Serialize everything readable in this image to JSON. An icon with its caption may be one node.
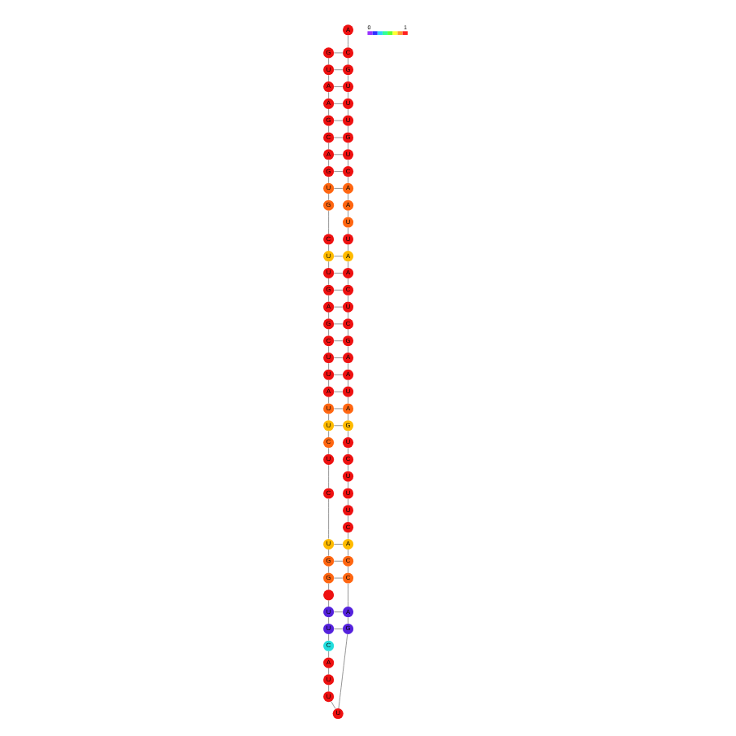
{
  "diagram": {
    "nodes": [
      {
        "text": [
          "G"
        ]
      },
      {
        "text": [
          "U"
        ]
      },
      {
        "text": [
          "A"
        ]
      },
      {
        "text": [
          "A"
        ]
      },
      {
        "text": [
          "G"
        ]
      },
      {
        "text": [
          "C"
        ]
      },
      {
        "text": [
          "A"
        ]
      },
      {
        "text": [
          "G"
        ]
      },
      {
        "text": [
          "U"
        ]
      },
      {
        "text": [
          "G"
        ]
      },
      {
        "text": [
          "C"
        ]
      },
      {
        "text": [
          "U"
        ]
      },
      {
        "text": [
          "U"
        ]
      },
      {
        "text": [
          "G"
        ]
      },
      {
        "text": [
          "A"
        ]
      },
      {
        "text": [
          "G"
        ]
      },
      {
        "text": [
          "C"
        ]
      },
      {
        "text": [
          "U"
        ]
      },
      {
        "text": [
          "U"
        ]
      },
      {
        "text": [
          "A"
        ]
      },
      {
        "text": [
          "U"
        ]
      },
      {
        "text": [
          "U"
        ]
      },
      {
        "text": [
          "C"
        ]
      },
      {
        "text": [
          "U"
        ]
      },
      {
        "text": [
          "C"
        ]
      },
      {
        "text": [
          "U"
        ]
      },
      {
        "text": [
          "G"
        ]
      },
      {
        "text": [
          "G"
        ]
      },
      {
        "text": [],
        "shape": "circle"
      },
      {
        "text": [
          "U"
        ]
      },
      {
        "text": [
          "U"
        ]
      },
      {
        "text": [
          "C"
        ]
      },
      {
        "text": [
          "A"
        ]
      },
      {
        "text": [
          "U"
        ]
      },
      {
        "text": [
          "U"
        ]
      },
      {
        "text": [
          "U"
        ]
      },
      {
        "text": [
          "G"
        ]
      },
      {
        "text": [
          "A"
        ]
      },
      {
        "text": [
          "C"
        ]
      },
      {
        "text": [
          "C"
        ]
      },
      {
        "text": [
          "A"
        ]
      },
      {
        "text": [
          "C"
        ]
      },
      {
        "text": [
          "U"
        ]
      },
      {
        "text": [
          "U"
        ]
      },
      {
        "text": [
          "U"
        ]
      },
      {
        "text": [
          "C"
        ]
      },
      {
        "text": [
          "U"
        ]
      },
      {
        "text": [
          "G"
        ]
      },
      {
        "text": [
          "A"
        ]
      },
      {
        "text": [
          "U"
        ]
      },
      {
        "text": [
          "A"
        ]
      },
      {
        "text": [
          "A"
        ]
      },
      {
        "text": [
          "G"
        ]
      },
      {
        "text": [
          "C"
        ]
      },
      {
        "text": [
          "U"
        ]
      },
      {
        "text": [
          "C"
        ]
      },
      {
        "text": [
          "A"
        ]
      },
      {
        "text": [
          "A"
        ]
      },
      {
        "text": [
          "U"
        ]
      },
      {
        "text": [
          "U"
        ]
      },
      {
        "text": [
          "A"
        ]
      },
      {
        "text": [
          "A"
        ]
      },
      {
        "text": [
          "C"
        ]
      },
      {
        "text": [
          "U"
        ]
      },
      {
        "text": [
          "G"
        ]
      },
      {
        "text": [
          "U"
        ]
      },
      {
        "text": [
          "U"
        ]
      },
      {
        "text": [
          "U"
        ]
      },
      {
        "text": [
          "G"
        ]
      },
      {
        "text": [
          "C"
        ]
      },
      {
        "text": [
          "A"
        ]
      }
    ],
    "edges": [
      {
        "from": 0,
        "to": 1,
        "arrow": "none"
      },
      {
        "from": 1,
        "to": 2,
        "arrow": "none"
      },
      {
        "from": 2,
        "to": 3,
        "arrow": "none"
      },
      {
        "from": 3,
        "to": 4,
        "arrow": "none"
      },
      {
        "from": 4,
        "to": 5,
        "arrow": "none"
      },
      {
        "from": 5,
        "to": 6,
        "arrow": "none"
      },
      {
        "from": 6,
        "to": 7,
        "arrow": "none"
      },
      {
        "from": 7,
        "to": 8,
        "arrow": "none"
      },
      {
        "from": 8,
        "to": 9,
        "arrow": "none"
      },
      {
        "from": 9,
        "to": 10,
        "arrow": "none"
      },
      {
        "from": 10,
        "to": 11,
        "arrow": "none"
      },
      {
        "from": 11,
        "to": 12,
        "arrow": "none"
      },
      {
        "from": 12,
        "to": 13,
        "arrow": "none"
      },
      {
        "from": 13,
        "to": 14,
        "arrow": "none"
      },
      {
        "from": 14,
        "to": 15,
        "arrow": "none"
      },
      {
        "from": 15,
        "to": 16,
        "arrow": "none"
      },
      {
        "from": 16,
        "to": 17,
        "arrow": "none"
      },
      {
        "from": 17,
        "to": 18,
        "arrow": "none"
      },
      {
        "from": 18,
        "to": 19,
        "arrow": "none"
      },
      {
        "from": 19,
        "to": 20,
        "arrow": "none"
      },
      {
        "from": 20,
        "to": 21,
        "arrow": "none"
      },
      {
        "from": 21,
        "to": 22,
        "arrow": "none"
      },
      {
        "from": 22,
        "to": 23,
        "arrow": "none"
      },
      {
        "from": 23,
        "to": 24,
        "arrow": "none"
      },
      {
        "from": 24,
        "to": 25,
        "arrow": "none"
      },
      {
        "from": 25,
        "to": 26,
        "arrow": "none"
      },
      {
        "from": 26,
        "to": 27,
        "arrow": "none"
      },
      {
        "from": 27,
        "to": 28,
        "arrow": "none"
      },
      {
        "from": 28,
        "to": 29,
        "arrow": "none"
      },
      {
        "from": 29,
        "to": 30,
        "arrow": "none"
      },
      {
        "from": 30,
        "to": 31,
        "arrow": "none"
      },
      {
        "from": 31,
        "to": 32,
        "arrow": "none"
      },
      {
        "from": 32,
        "to": 33,
        "arrow": "none"
      },
      {
        "from": 33,
        "to": 34,
        "arrow": "none"
      },
      {
        "from": 34,
        "to": 35,
        "arrow": "none"
      },
      {
        "from": 35,
        "to": 36,
        "arrow": "none"
      },
      {
        "from": 36,
        "to": 37,
        "arrow": "none"
      },
      {
        "from": 37,
        "to": 38,
        "arrow": "none"
      },
      {
        "from": 38,
        "to": 39,
        "arrow": "none"
      },
      {
        "from": 39,
        "to": 40,
        "arrow": "none"
      },
      {
        "from": 40,
        "to": 41,
        "arrow": "none"
      },
      {
        "from": 41,
        "to": 42,
        "arrow": "none"
      },
      {
        "from": 42,
        "to": 43,
        "arrow": "none"
      },
      {
        "from": 43,
        "to": 44,
        "arrow": "none"
      },
      {
        "from": 44,
        "to": 45,
        "arrow": "none"
      },
      {
        "from": 45,
        "to": 46,
        "arrow": "none"
      },
      {
        "from": 46,
        "to": 47,
        "arrow": "none"
      },
      {
        "from": 47,
        "to": 48,
        "arrow": "none"
      },
      {
        "from": 48,
        "to": 49,
        "arrow": "none"
      },
      {
        "from": 49,
        "to": 50,
        "arrow": "none"
      },
      {
        "from": 50,
        "to": 51,
        "arrow": "none"
      },
      {
        "from": 51,
        "to": 52,
        "arrow": "none"
      },
      {
        "from": 52,
        "to": 53,
        "arrow": "none"
      },
      {
        "from": 53,
        "to": 54,
        "arrow": "none"
      },
      {
        "from": 54,
        "to": 55,
        "arrow": "none"
      },
      {
        "from": 55,
        "to": 56,
        "arrow": "none"
      },
      {
        "from": 56,
        "to": 57,
        "arrow": "none"
      },
      {
        "from": 57,
        "to": 58,
        "arrow": "none"
      },
      {
        "from": 58,
        "to": 59,
        "arrow": "none"
      },
      {
        "from": 59,
        "to": 60,
        "arrow": "none"
      },
      {
        "from": 60,
        "to": 61,
        "arrow": "none"
      },
      {
        "from": 61,
        "to": 62,
        "arrow": "none"
      },
      {
        "from": 62,
        "to": 63,
        "arrow": "none"
      },
      {
        "from": 63,
        "to": 64,
        "arrow": "none"
      },
      {
        "from": 64,
        "to": 65,
        "arrow": "none"
      },
      {
        "from": 65,
        "to": 66,
        "arrow": "none"
      },
      {
        "from": 66,
        "to": 67,
        "arrow": "none"
      },
      {
        "from": 67,
        "to": 68,
        "arrow": "none"
      },
      {
        "from": 68,
        "to": 69,
        "arrow": "none"
      },
      {
        "from": 69,
        "to": 70,
        "arrow": "none"
      },
      {
        "from": 0,
        "to": 69,
        "arrow": "none"
      },
      {
        "from": 1,
        "to": 68,
        "arrow": "none"
      },
      {
        "from": 2,
        "to": 67,
        "arrow": "none"
      },
      {
        "from": 3,
        "to": 66,
        "arrow": "none"
      },
      {
        "from": 4,
        "to": 65,
        "arrow": "none"
      },
      {
        "from": 5,
        "to": 64,
        "arrow": "none"
      },
      {
        "from": 6,
        "to": 63,
        "arrow": "none"
      },
      {
        "from": 7,
        "to": 62,
        "arrow": "none"
      },
      {
        "from": 8,
        "to": 61,
        "arrow": "none"
      },
      {
        "from": 11,
        "to": 57,
        "arrow": "none"
      },
      {
        "from": 12,
        "to": 56,
        "arrow": "none"
      },
      {
        "from": 13,
        "to": 55,
        "arrow": "none"
      },
      {
        "from": 14,
        "to": 54,
        "arrow": "none"
      },
      {
        "from": 15,
        "to": 53,
        "arrow": "none"
      },
      {
        "from": 16,
        "to": 52,
        "arrow": "none"
      },
      {
        "from": 17,
        "to": 51,
        "arrow": "none"
      },
      {
        "from": 18,
        "to": 50,
        "arrow": "none"
      },
      {
        "from": 19,
        "to": 49,
        "arrow": "none"
      },
      {
        "from": 20,
        "to": 48,
        "arrow": "none"
      },
      {
        "from": 21,
        "to": 47,
        "arrow": "none"
      },
      {
        "from": 25,
        "to": 40,
        "arrow": "none"
      },
      {
        "from": 26,
        "to": 39,
        "arrow": "none"
      },
      {
        "from": 27,
        "to": 38,
        "arrow": "none"
      },
      {
        "from": 29,
        "to": 37,
        "arrow": "none"
      },
      {
        "from": 30,
        "to": 36,
        "arrow": "none"
      }
    ],
    "labels": [
      "0",
      "1"
    ]
  }
}
